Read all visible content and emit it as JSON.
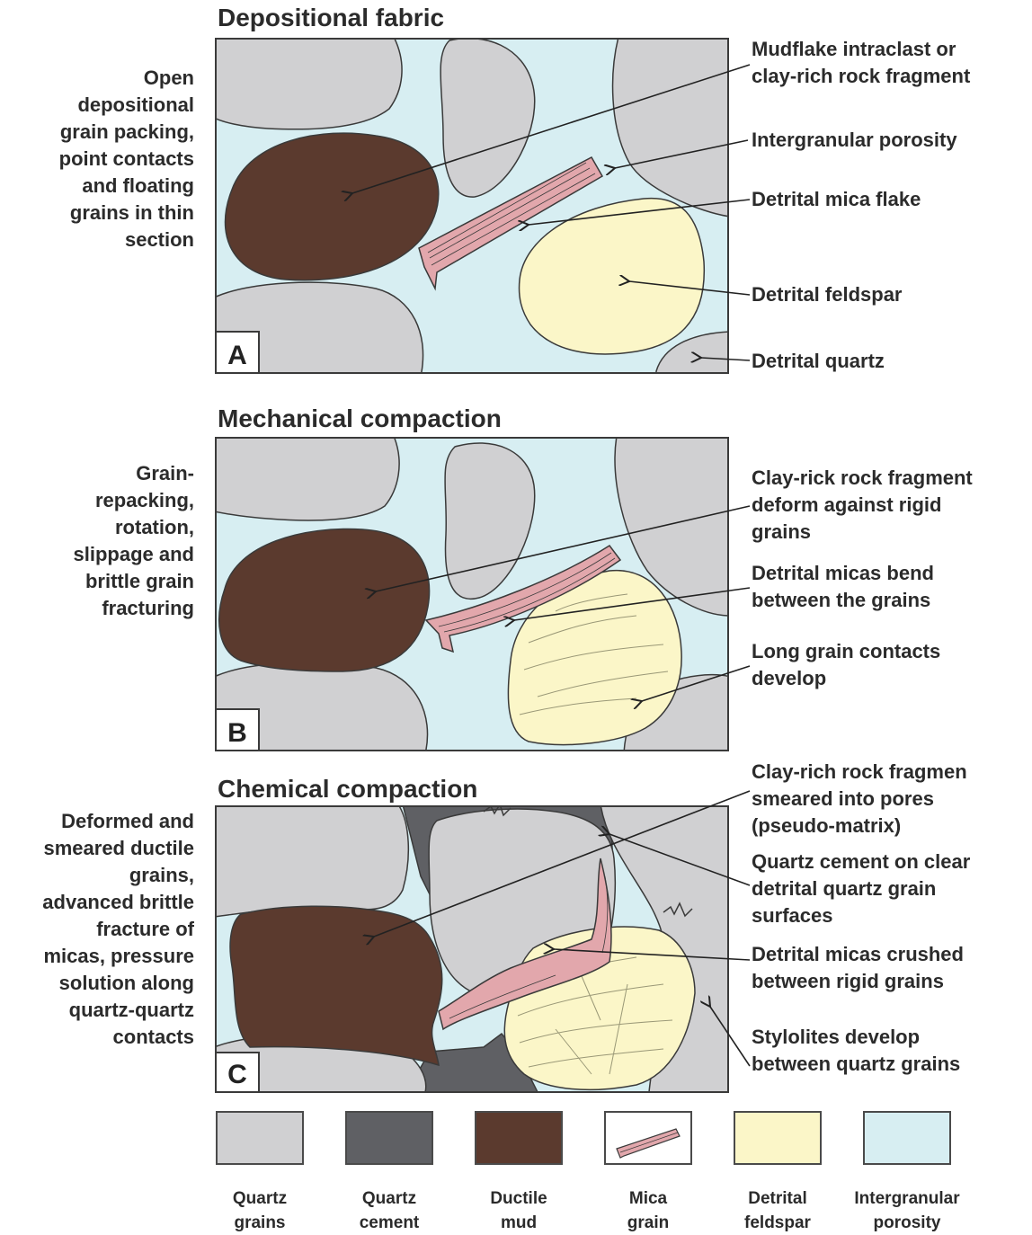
{
  "colors": {
    "quartz": "#d0d0d2",
    "cement": "#5f6064",
    "mud": "#5b3a2e",
    "mica": "#e2a7ac",
    "feldspar": "#fbf6c8",
    "porosity": "#d7eef2",
    "outline": "#3a3a3a"
  },
  "panels": [
    {
      "letter": "A",
      "title": "Depositional fabric",
      "side_text": [
        "Open",
        "depositional",
        "grain packing,",
        "point contacts",
        "and floating",
        "grains in thin",
        "section"
      ],
      "callouts": [
        [
          "Mudflake intraclast or",
          "clay-rich rock fragment"
        ],
        [
          "Intergranular porosity"
        ],
        [
          "Detrital mica flake"
        ],
        [
          "Detrital feldspar"
        ],
        [
          "Detrital quartz"
        ]
      ]
    },
    {
      "letter": "B",
      "title": "Mechanical compaction",
      "side_text": [
        "Grain-",
        "repacking,",
        "rotation,",
        "slippage and",
        "brittle grain",
        "fracturing"
      ],
      "callouts": [
        [
          "Clay-rick rock fragment",
          "deform against rigid",
          "grains"
        ],
        [
          "Detrital micas bend",
          "between the grains"
        ],
        [
          "Long grain contacts",
          "develop"
        ]
      ]
    },
    {
      "letter": "C",
      "title": "Chemical compaction",
      "side_text": [
        "Deformed and",
        "smeared ductile",
        "grains,",
        "advanced brittle",
        "fracture of",
        "micas, pressure",
        "solution along",
        "quartz-quartz",
        "contacts"
      ],
      "callouts": [
        [
          "Clay-rich rock fragmen",
          "smeared into pores",
          "(pseudo-matrix)"
        ],
        [
          "Quartz cement on clear",
          "detrital quartz grain",
          "surfaces"
        ],
        [
          "Detrital micas crushed",
          "between rigid grains"
        ],
        [
          "Stylolites develop",
          "between quartz grains"
        ]
      ]
    }
  ],
  "legend": [
    {
      "label": [
        "Quartz",
        "grains"
      ],
      "color": "#d0d0d2",
      "icon": "quartz-swatch"
    },
    {
      "label": [
        "Quartz",
        "cement"
      ],
      "color": "#5f6064",
      "icon": "cement-swatch"
    },
    {
      "label": [
        "Ductile",
        "mud"
      ],
      "color": "#5b3a2e",
      "icon": "mud-swatch"
    },
    {
      "label": [
        "Mica",
        "grain"
      ],
      "color": "#ffffff",
      "icon": "mica-swatch"
    },
    {
      "label": [
        "Detrital",
        "feldspar"
      ],
      "color": "#fbf6c8",
      "icon": "feldspar-swatch"
    },
    {
      "label": [
        "Intergranular",
        "porosity"
      ],
      "color": "#d7eef2",
      "icon": "porosity-swatch"
    }
  ]
}
